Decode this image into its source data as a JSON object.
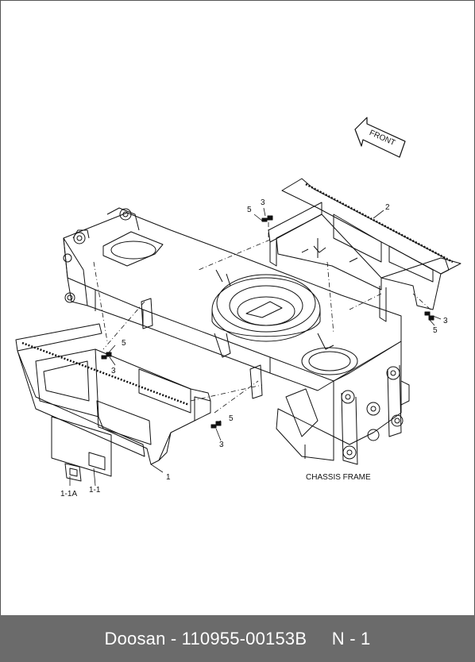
{
  "drawing": {
    "front_label": "FRONT",
    "caption": "CHASSIS FRAME",
    "callouts": {
      "c1": "1",
      "c1_1": "1-1",
      "c1_1a": "1-1A",
      "c2": "2",
      "c3_top": "3",
      "c5_top": "5",
      "c3_right": "3",
      "c5_right": "5",
      "c3_left": "3",
      "c5_left": "5",
      "c3_bottom": "3",
      "c5_bottom": "5"
    }
  },
  "footer": {
    "text": "Doosan - 110955-00153B     N - 1"
  }
}
